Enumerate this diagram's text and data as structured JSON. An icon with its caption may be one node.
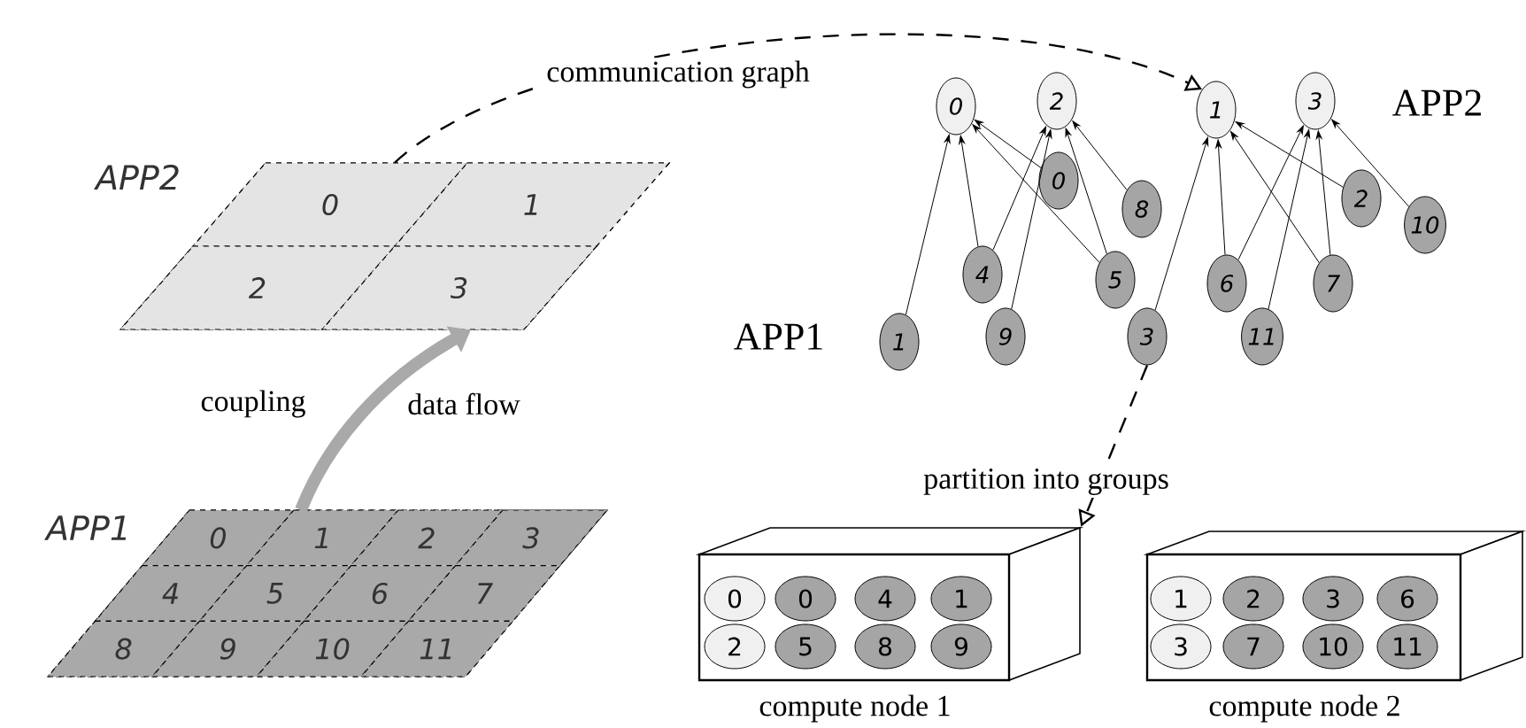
{
  "diagram": {
    "nodes": [
      {
        "text": [
          "APP2"
        ]
      },
      {
        "text": [
          "0"
        ],
        "in": 0
      },
      {
        "text": [
          "1"
        ],
        "in": 0
      },
      {
        "text": [
          "2"
        ],
        "in": 0
      },
      {
        "text": [
          "3"
        ],
        "in": 0
      },
      {
        "text": [
          "APP1"
        ]
      },
      {
        "text": [
          "0"
        ],
        "in": 5
      },
      {
        "text": [
          "1"
        ],
        "in": 5
      },
      {
        "text": [
          "2"
        ],
        "in": 5
      },
      {
        "text": [
          "3"
        ],
        "in": 5
      },
      {
        "text": [
          "4"
        ],
        "in": 5
      },
      {
        "text": [
          "5"
        ],
        "in": 5
      },
      {
        "text": [
          "6"
        ],
        "in": 5
      },
      {
        "text": [
          "7"
        ],
        "in": 5
      },
      {
        "text": [
          "8"
        ],
        "in": 5
      },
      {
        "text": [
          "9"
        ],
        "in": 5
      },
      {
        "text": [
          "10"
        ],
        "in": 5
      },
      {
        "text": [
          "11"
        ],
        "in": 5
      },
      {
        "text": [
          "0"
        ]
      },
      {
        "text": [
          "2"
        ]
      },
      {
        "text": [
          "1"
        ]
      },
      {
        "text": [
          "3"
        ]
      },
      {
        "text": [
          "0"
        ]
      },
      {
        "text": [
          "1"
        ]
      },
      {
        "text": [
          "2"
        ]
      },
      {
        "text": [
          "3"
        ]
      },
      {
        "text": [
          "4"
        ]
      },
      {
        "text": [
          "5"
        ]
      },
      {
        "text": [
          "6"
        ]
      },
      {
        "text": [
          "7"
        ]
      },
      {
        "text": [
          "8"
        ]
      },
      {
        "text": [
          "9"
        ]
      },
      {
        "text": [
          "10"
        ]
      },
      {
        "text": [
          "11"
        ]
      },
      {
        "text": [],
        "shape": "box",
        "beside": [
          "compute node 1"
        ]
      },
      {
        "text": [
          "0"
        ],
        "in": 34
      },
      {
        "text": [
          "0"
        ],
        "in": 34
      },
      {
        "text": [
          "4"
        ],
        "in": 34
      },
      {
        "text": [
          "1"
        ],
        "in": 34
      },
      {
        "text": [
          "2"
        ],
        "in": 34
      },
      {
        "text": [
          "5"
        ],
        "in": 34
      },
      {
        "text": [
          "8"
        ],
        "in": 34
      },
      {
        "text": [
          "9"
        ],
        "in": 34
      },
      {
        "text": [],
        "shape": "box",
        "beside": [
          "compute node 2"
        ]
      },
      {
        "text": [
          "1"
        ],
        "in": 43
      },
      {
        "text": [
          "2"
        ],
        "in": 43
      },
      {
        "text": [
          "3"
        ],
        "in": 43
      },
      {
        "text": [
          "6"
        ],
        "in": 43
      },
      {
        "text": [
          "3"
        ],
        "in": 43
      },
      {
        "text": [
          "7"
        ],
        "in": 43
      },
      {
        "text": [
          "10"
        ],
        "in": 43
      },
      {
        "text": [
          "11"
        ],
        "in": 43
      }
    ],
    "edges": [
      {
        "from": 5,
        "to": 0,
        "arrow": "to",
        "style": "thick",
        "color": "#a9a9a9"
      },
      {
        "from": 0,
        "to": 20,
        "arrow": "to",
        "style": "dashed",
        "label": "communication graph"
      },
      {
        "from": 22,
        "to": 18,
        "arrow": "to"
      },
      {
        "from": 23,
        "to": 18,
        "arrow": "to"
      },
      {
        "from": 26,
        "to": 18,
        "arrow": "to"
      },
      {
        "from": 27,
        "to": 18,
        "arrow": "to"
      },
      {
        "from": 26,
        "to": 19,
        "arrow": "to"
      },
      {
        "from": 27,
        "to": 19,
        "arrow": "to"
      },
      {
        "from": 30,
        "to": 19,
        "arrow": "to"
      },
      {
        "from": 31,
        "to": 19,
        "arrow": "to"
      },
      {
        "from": 24,
        "to": 20,
        "arrow": "to"
      },
      {
        "from": 25,
        "to": 20,
        "arrow": "to"
      },
      {
        "from": 28,
        "to": 20,
        "arrow": "to"
      },
      {
        "from": 29,
        "to": 20,
        "arrow": "to"
      },
      {
        "from": 28,
        "to": 21,
        "arrow": "to"
      },
      {
        "from": 29,
        "to": 21,
        "arrow": "to"
      },
      {
        "from": 32,
        "to": 21,
        "arrow": "to"
      },
      {
        "from": 33,
        "to": 21,
        "arrow": "to"
      },
      {
        "from": 25,
        "to": 34,
        "arrow": "to",
        "style": "dashed",
        "label": "partition into groups"
      }
    ],
    "labels": [
      "APP2",
      "coupling",
      "data flow",
      "APP1"
    ]
  }
}
